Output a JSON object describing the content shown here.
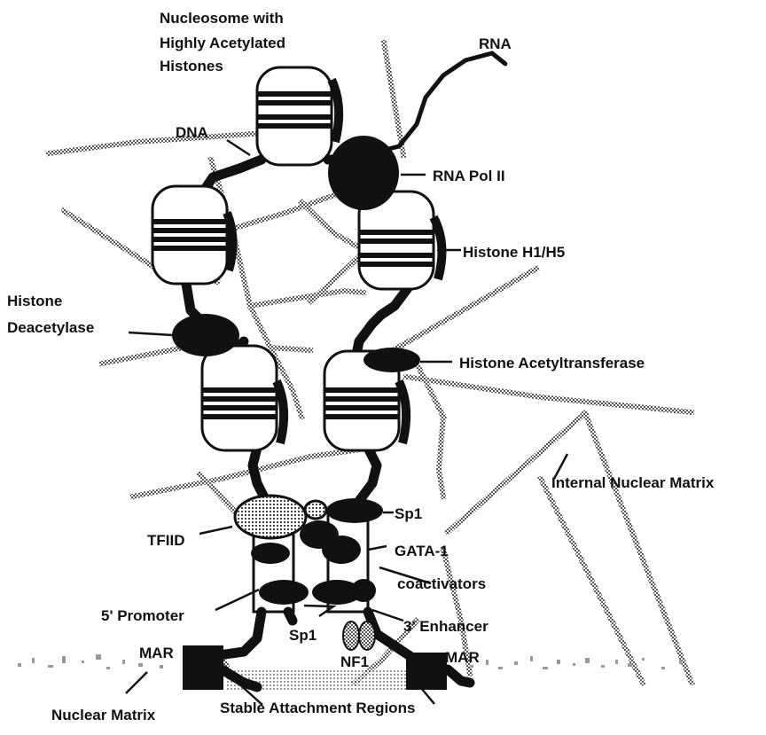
{
  "colors": {
    "ink": "#111111",
    "matrix": "#8a8a8a",
    "stipple": "#bdbdbd",
    "paper": "#ffffff"
  },
  "labels": {
    "nucleosome_line1": "Nucleosome with",
    "nucleosome_line2": "Highly  Acetylated",
    "nucleosome_line3": "Histones",
    "rna": "RNA",
    "dna": "DNA",
    "rna_pol": "RNA Pol II",
    "histone_h1": "Histone H1/H5",
    "hdac_line1": "Histone",
    "hdac_line2": "Deacetylase",
    "hat": "Histone Acetyltransferase",
    "internal_matrix": "Internal Nuclear Matrix",
    "tfiid": "TFIID",
    "sp1_top": "Sp1",
    "gata1": "GATA-1",
    "coactivators": "coactivators",
    "promoter": "5' Promoter",
    "enhancer": "3' Enhancer",
    "sp1_bottom": "Sp1",
    "mar_left": "MAR",
    "mar_right": "MAR",
    "nf1": "NF1",
    "nuclear_matrix": "Nuclear Matrix",
    "stable_regions": "Stable Attachment Regions"
  }
}
